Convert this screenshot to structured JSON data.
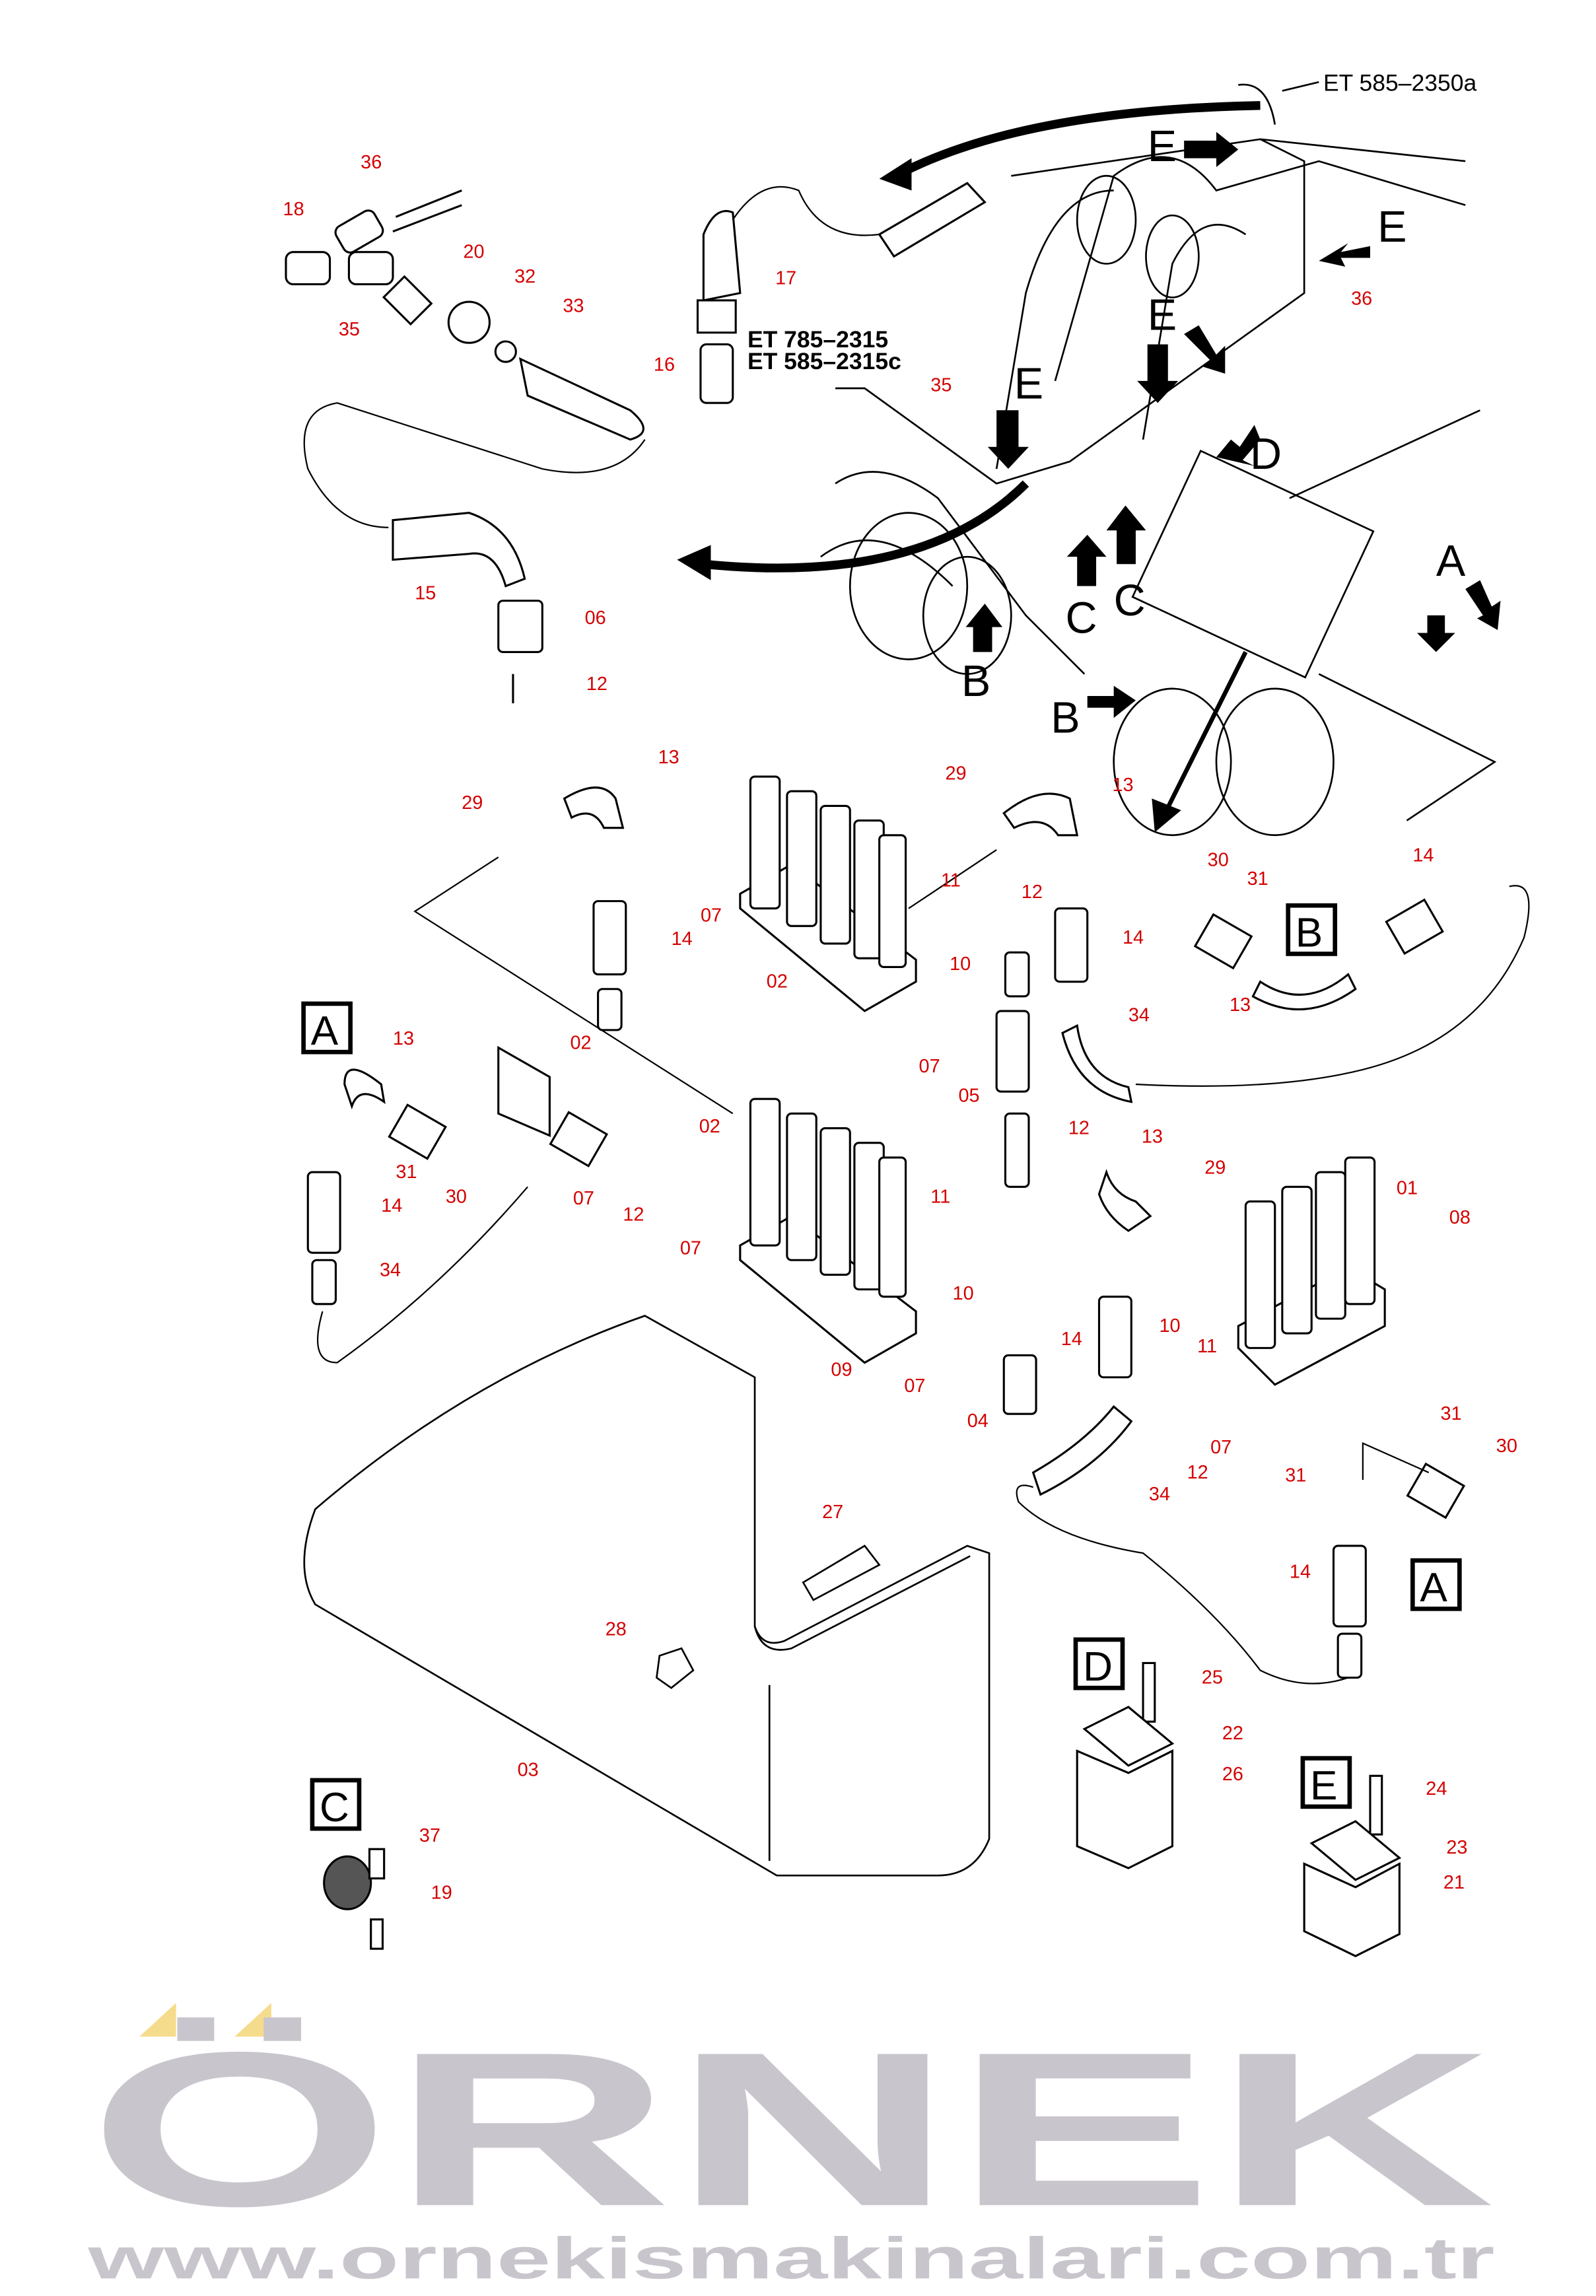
{
  "reference_codes": {
    "top_right": "ET 585–2350a",
    "line1": "ET 785–2315",
    "line2": "ET 585–2315c"
  },
  "view_letters": {
    "E": "E",
    "D": "D",
    "C": "C",
    "B": "B",
    "A": "A"
  },
  "detail_boxes": [
    "A",
    "B",
    "A",
    "D",
    "C",
    "E"
  ],
  "watermark": {
    "brand": "ÖRNEK",
    "url": "www.ornekismakinalari.com.tr",
    "accent_color": "#f5dc8c"
  },
  "callouts": [
    "36",
    "18",
    "20",
    "32",
    "33",
    "35",
    "17",
    "16",
    "15",
    "06",
    "12",
    "35",
    "36",
    "13",
    "29",
    "29",
    "13",
    "11",
    "12",
    "07",
    "14",
    "10",
    "02",
    "14",
    "30",
    "31",
    "14",
    "13",
    "34",
    "07",
    "05",
    "13",
    "02",
    "02",
    "12",
    "13",
    "31",
    "30",
    "14",
    "07",
    "12",
    "07",
    "11",
    "29",
    "01",
    "08",
    "34",
    "10",
    "10",
    "11",
    "14",
    "09",
    "07",
    "04",
    "07",
    "12",
    "34",
    "31",
    "30",
    "31",
    "14",
    "27",
    "28",
    "03",
    "25",
    "22",
    "26",
    "24",
    "23",
    "21",
    "37",
    "19"
  ]
}
